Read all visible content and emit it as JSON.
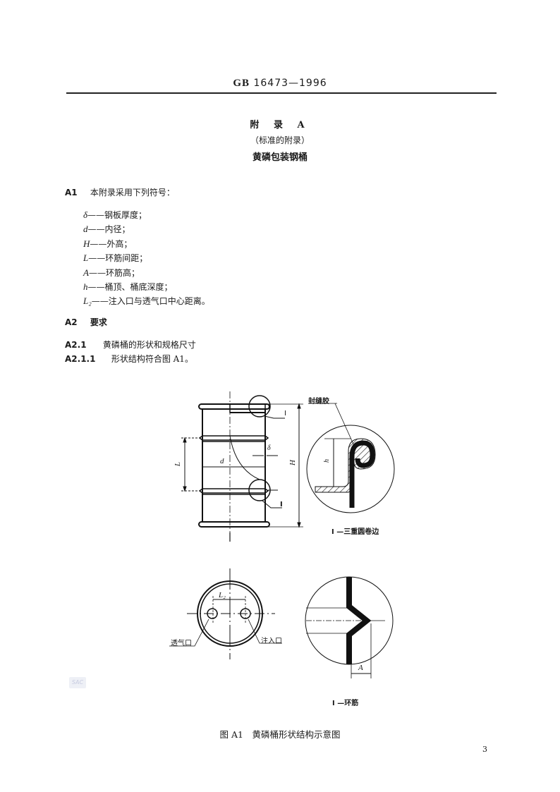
{
  "header": {
    "standard_prefix": "GB",
    "standard_number": "16473—1996"
  },
  "appendix": {
    "title": "附 录 A",
    "subtitle": "（标准的附录）",
    "name": "黄磷包装钢桶"
  },
  "sections": {
    "a1": {
      "num": "A1",
      "text": "本附录采用下列符号："
    },
    "a2": {
      "num": "A2",
      "text": "要求"
    },
    "a2_1": {
      "num": "A2.1",
      "text": "黄磷桶的形状和规格尺寸"
    },
    "a2_1_1": {
      "num": "A2.1.1",
      "text": "形状结构符合图 A1。"
    }
  },
  "symbols": [
    {
      "symbol": "δ",
      "desc": "——钢板厚度；"
    },
    {
      "symbol": "d",
      "desc": "——内径；"
    },
    {
      "symbol": "H",
      "desc": "——外高；"
    },
    {
      "symbol": "L",
      "desc": "——环筋间距；"
    },
    {
      "symbol": "A",
      "desc": "——环筋高；"
    },
    {
      "symbol": "h",
      "desc": "——桶顶、桶底深度；"
    },
    {
      "symbol": "L₂",
      "desc": "——注入口与透气口中心距离。"
    }
  ],
  "figure": {
    "caption": "图 A1　黄磷桶形状结构示意图",
    "labels": {
      "detail_I": "I",
      "detail_II": "I",
      "dim_L": "L",
      "dim_d": "d",
      "dim_delta": "δ",
      "dim_H": "H",
      "dim_h": "h",
      "dim_L2": "L₂",
      "dim_A": "A",
      "sealant": "封缝胶",
      "vent": "透气口",
      "inlet": "注入口",
      "detail_I_caption": "I —三重圆卷边",
      "detail_II_caption": "I —环筋"
    }
  },
  "watermark": "SAC",
  "page_number": "3"
}
